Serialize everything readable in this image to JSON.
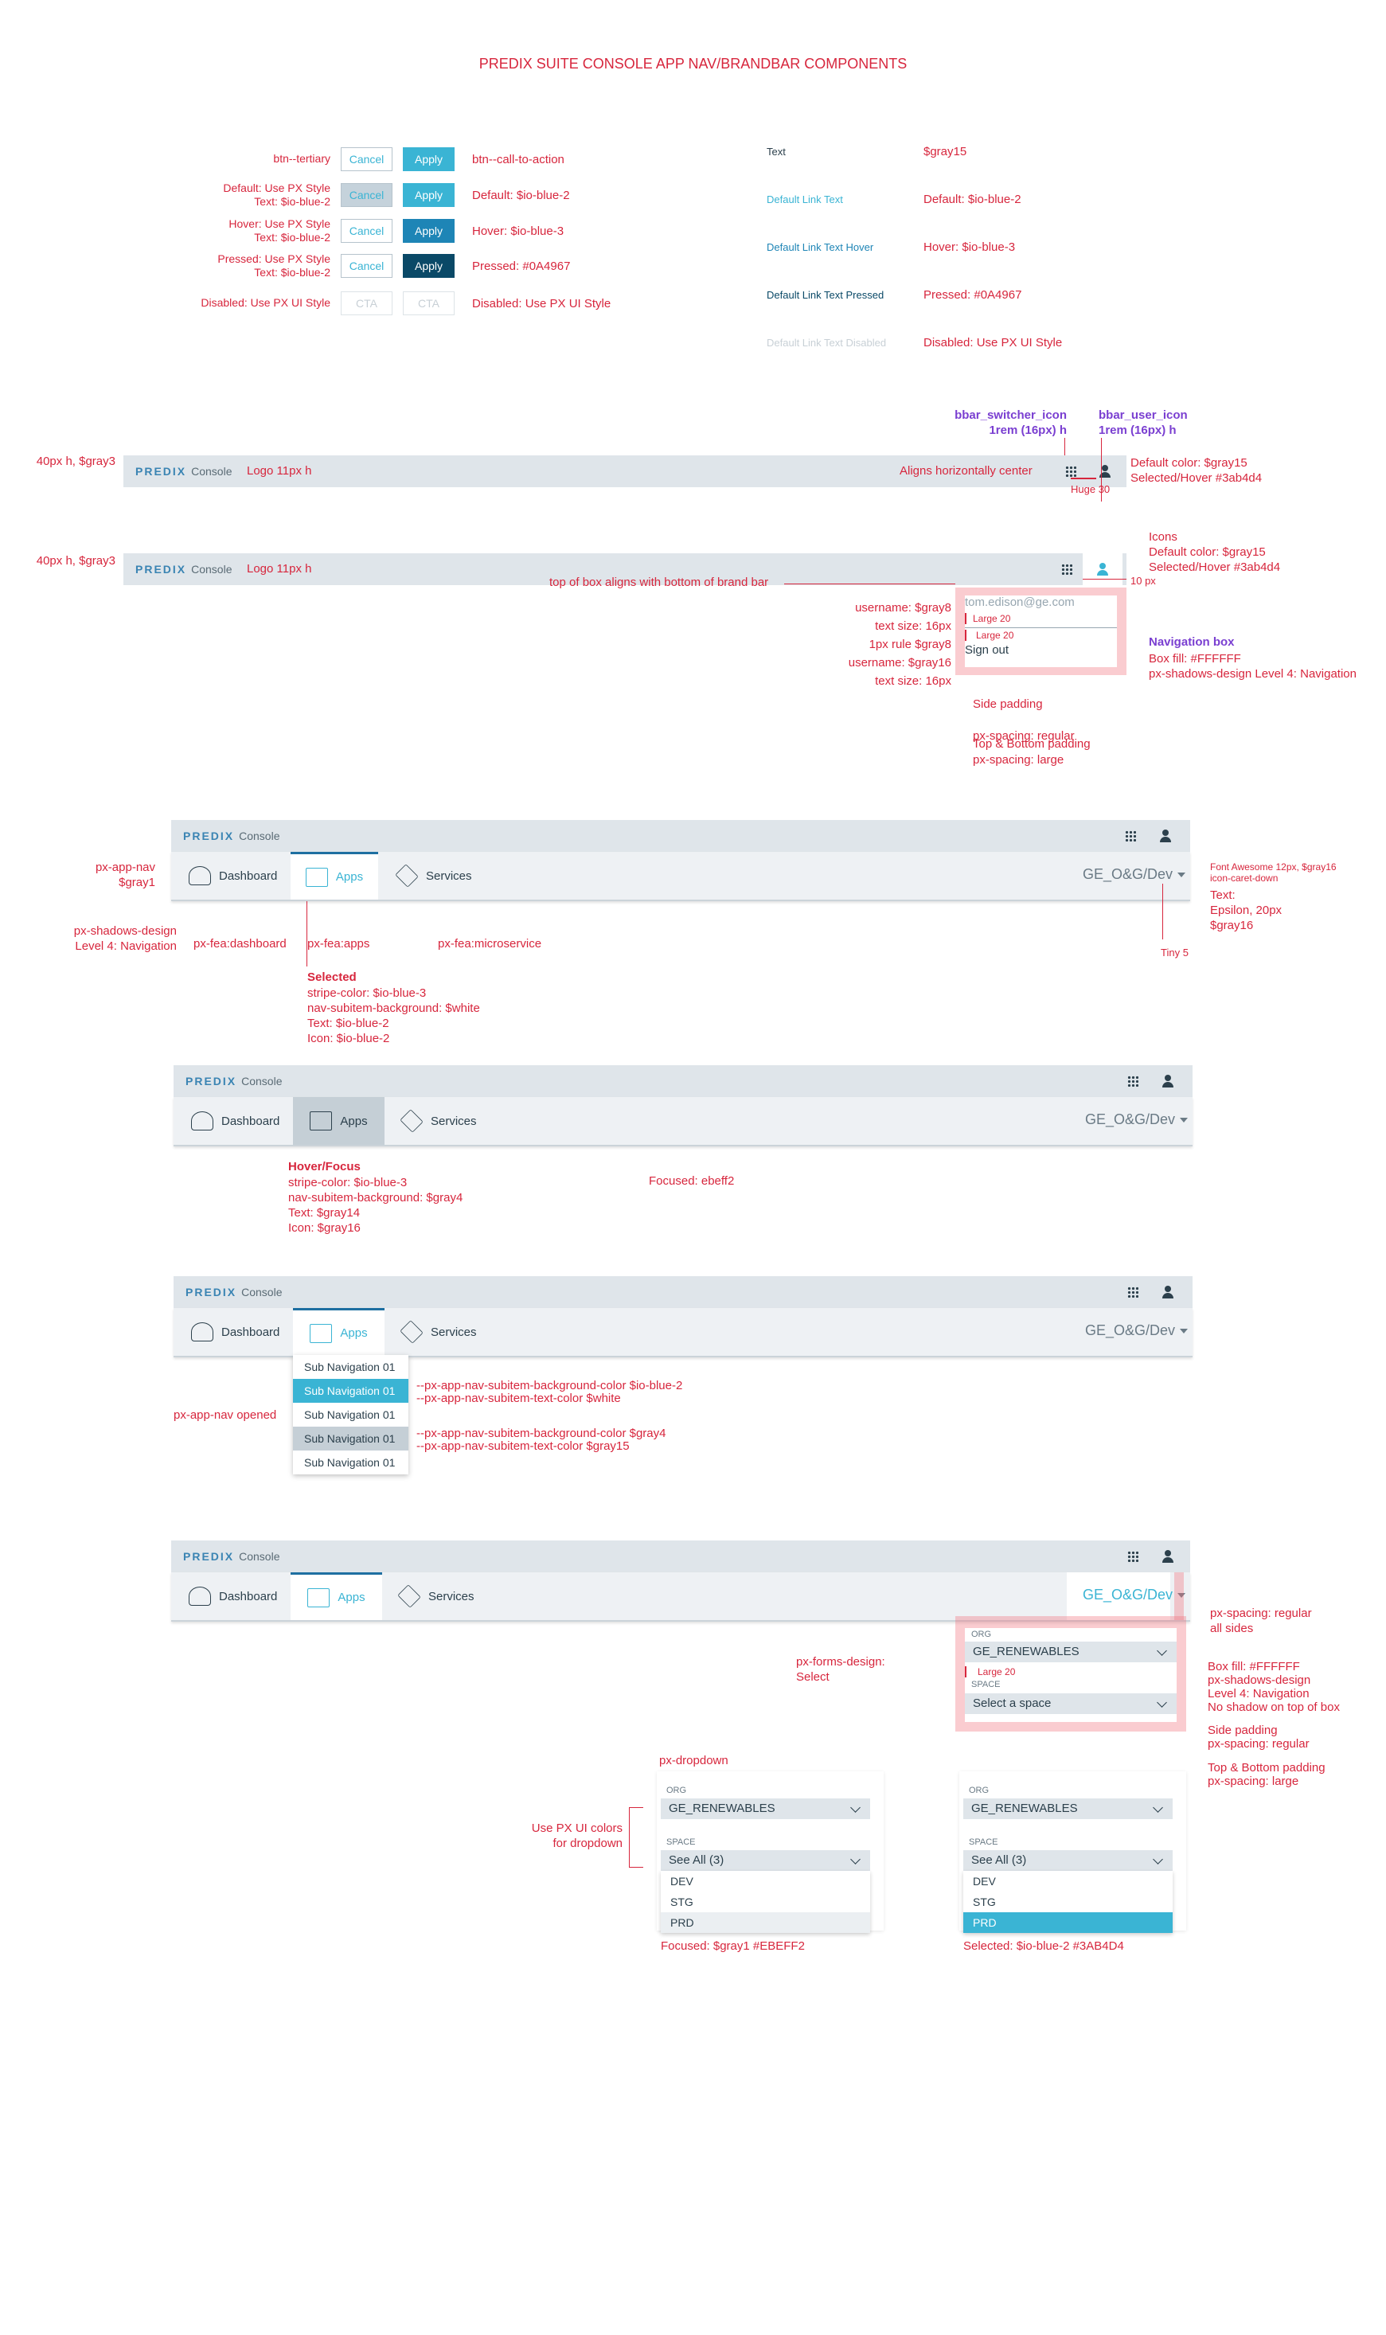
{
  "title": "PREDIX SUITE CONSOLE APP NAV/BRANDBAR COMPONENTS",
  "colors": {
    "accent": "#3ab4d4",
    "hover": "#1e85b6",
    "pressed": "#0A4967",
    "note": "#d7263d",
    "brandbar": "#dfe5ea",
    "navbar": "#eef1f4",
    "focused": "#EBEFF2",
    "selected": "#3AB4D4"
  },
  "buttons": {
    "rows": [
      {
        "label": "btn--tertiary",
        "cancel": "Cancel",
        "apply": "Apply",
        "right": "btn--call-to-action"
      },
      {
        "label": "Default: Use PX Style\nText:  $io-blue-2",
        "cancel": "Cancel",
        "apply": "Apply",
        "right": "Default: $io-blue-2"
      },
      {
        "label": "Hover: Use PX Style\nText:  $io-blue-2",
        "cancel": "Cancel",
        "apply": "Apply",
        "right": "Hover: $io-blue-3"
      },
      {
        "label": "Pressed: Use PX Style\nText:  $io-blue-2",
        "cancel": "Cancel",
        "apply": "Apply",
        "right": "Pressed: #0A4967"
      },
      {
        "label": "Disabled: Use PX UI Style",
        "cancel": "CTA",
        "apply": "CTA",
        "right": "Disabled: Use PX UI Style"
      }
    ]
  },
  "links": [
    {
      "text": "Text",
      "value": "$gray15"
    },
    {
      "text": "Default Link Text",
      "value": "Default: $io-blue-2"
    },
    {
      "text": "Default Link Text Hover",
      "value": "Hover: $io-blue-3"
    },
    {
      "text": "Default Link Text Pressed",
      "value": "Pressed: #0A4967"
    },
    {
      "text": "Default Link Text Disabled",
      "value": "Disabled: Use PX UI Style"
    }
  ],
  "brand": {
    "logo": "PREDIX",
    "console": "Console",
    "logo_note": "Logo 11px h",
    "height_note": "40px h, $gray3"
  },
  "bbar1": {
    "switcher": "bbar_switcher_icon\n1rem (16px) h",
    "user": "bbar_user_icon\n1rem (16px) h",
    "align": "Aligns  horizontally center",
    "huge": "Huge 30",
    "default_color": "Default color: $gray15\nSelected/Hover #3ab4d4"
  },
  "bbar2": {
    "icons_note": "Icons\nDefault color: $gray15\nSelected/Hover #3ab4d4",
    "top_note": "top of box aligns with bottom of brand bar",
    "ten_px": "10 px",
    "email": "tom.edison@ge.com",
    "large1": "Large 20",
    "large2": "Large 20",
    "signout": "Sign out",
    "left_notes": "username: $gray8\ntext size: 16px\n1px rule  $gray8\nusername: $gray16\ntext size: 16px",
    "navbox_title": "Navigation box",
    "navbox_note": "Box fill: #FFFFFF\npx-shadows-design Level 4: Navigation",
    "side_pad": "Side padding\npx-spacing: regular",
    "tb_pad": "Top & Bottom padding\npx-spacing: large"
  },
  "nav": {
    "dashboard": "Dashboard",
    "apps": "Apps",
    "services": "Services",
    "org": "GE_O&G/Dev"
  },
  "nav1": {
    "app_nav": "px-app-nav\n$gray1",
    "shadows": "px-shadows-design\nLevel 4: Navigation",
    "fea_dash": "px-fea:dashboard",
    "fea_apps": "px-fea:apps",
    "fea_micro": "px-fea:microservice",
    "selected_title": "Selected",
    "selected_note": "stripe-color: $io-blue-3\nnav-subitem-background:  $white\nText: $io-blue-2\nIcon: $io-blue-2",
    "fa_note": "Font Awesome 12px, $gray16\nicon-caret-down",
    "text_note": "Text:\nEpsilon, 20px\n$gray16",
    "tiny": "Tiny 5"
  },
  "nav2": {
    "hover_title": "Hover/Focus",
    "hover_note": "stripe-color: $io-blue-3\nnav-subitem-background:  $gray4\nText: $gray14\nIcon: $gray16",
    "focused": "Focused: ebeff2"
  },
  "nav3": {
    "opened": "px-app-nav opened",
    "subitems": [
      "Sub Navigation 01",
      "Sub Navigation 01",
      "Sub Navigation 01",
      "Sub Navigation 01",
      "Sub Navigation 01"
    ],
    "note1": "--px-app-nav-subitem-background-color $io-blue-2\n--px-app-nav-subitem-text-color $white",
    "note2": "--px-app-nav-subitem-background-color $gray4\n--px-app-nav-subitem-text-color $gray15"
  },
  "nav4": {
    "spacing": "px-spacing: regular\nall sides",
    "forms": "px-forms-design:\nSelect",
    "org_label": "ORG",
    "org_value": "GE_RENEWABLES",
    "large": "Large 20",
    "space_label": "SPACE",
    "space_value": "Select a space",
    "box_note": "Box fill: #FFFFFF\npx-shadows-design\nLevel 4: Navigation\nNo shadow on top of box",
    "side_pad": "Side padding\npx-spacing: regular",
    "tb_pad": "Top & Bottom padding\npx-spacing: large"
  },
  "dropdown": {
    "title": "px-dropdown",
    "use_note": "Use PX UI colors\nfor dropdown",
    "org_label": "ORG",
    "org_value": "GE_RENEWABLES",
    "space_label": "SPACE",
    "space_value": "See All (3)",
    "options": [
      "DEV",
      "STG",
      "PRD"
    ],
    "focused_note": "Focused: $gray1  #EBEFF2",
    "selected_note": "Selected: $io-blue-2  #3AB4D4"
  }
}
